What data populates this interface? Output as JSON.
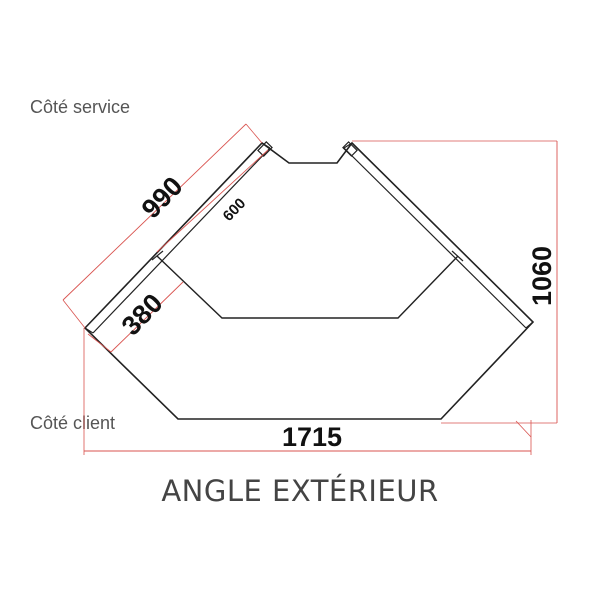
{
  "labels": {
    "service_side": "Côté service",
    "client_side": "Côté client",
    "caption": "ANGLE EXTÉRIEUR"
  },
  "dimensions": {
    "top_diagonal": "990",
    "inner_depth": "600",
    "left_depth": "380",
    "height": "1060",
    "width": "1715"
  },
  "colors": {
    "outline": "#222222",
    "dimension_line": "#d9534f",
    "text": "#111111",
    "label": "#555555"
  }
}
